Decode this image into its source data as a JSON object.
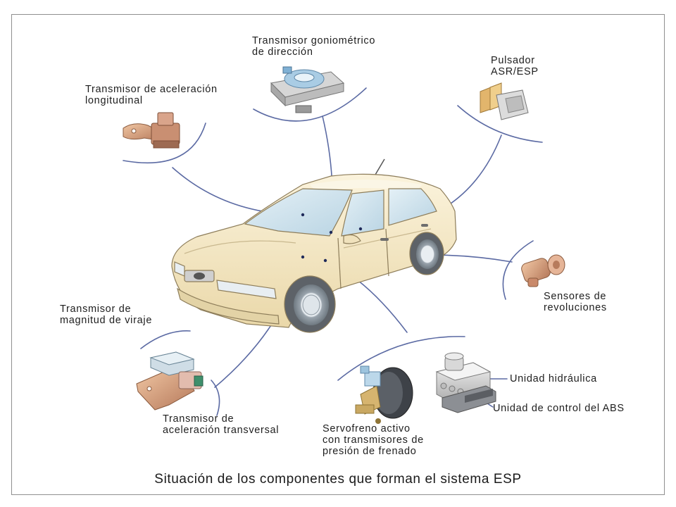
{
  "caption": "Situación de los componentes que forman el sistema ESP",
  "labels": {
    "steering_angle_sender": "Transmisor goniométrico\nde dirección",
    "longitudinal_accel_sender": "Transmisor de aceleración\nlongitudinal",
    "asr_esp_button": "Pulsador\nASR/ESP",
    "speed_sensors": "Sensores de\nrevoluciones",
    "yaw_rate_sender": "Transmisor de\nmagnitud de viraje",
    "lateral_accel_sender": "Transmisor de\naceleración transversal",
    "brake_servo": "Servofreno activo\ncon transmisores de\npresión de frenado",
    "hydraulic_unit": "Unidad hidráulica",
    "abs_control_unit": "Unidad de control del ABS"
  },
  "colors": {
    "leader_line": "#5b6aa3",
    "car_body": "#f5e9c8",
    "glass": "#cfe3ee"
  }
}
